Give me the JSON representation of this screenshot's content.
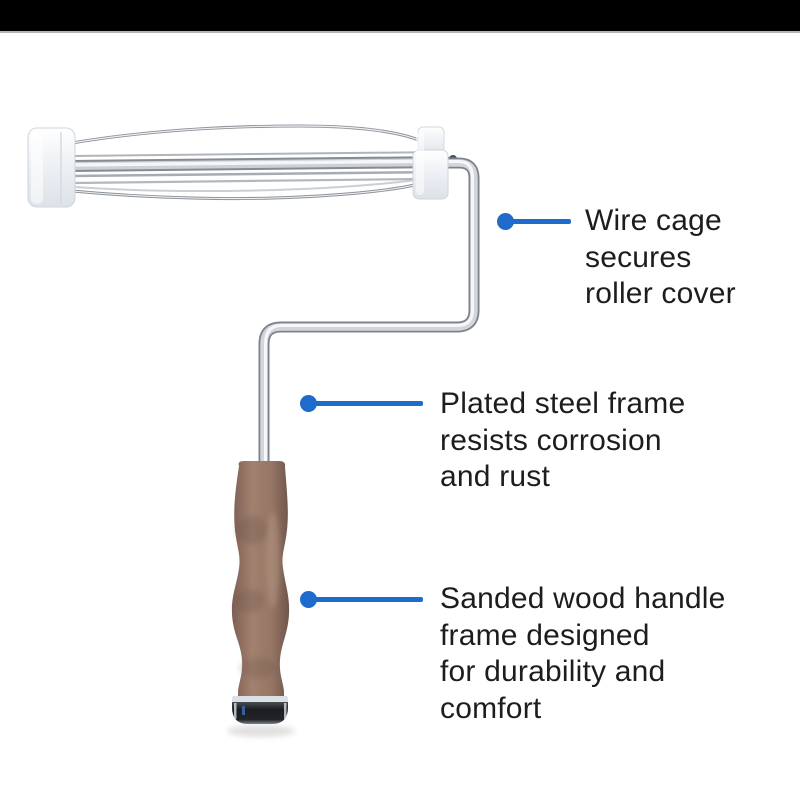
{
  "colors": {
    "accent_blue": "#1e6bcb",
    "text": "#1d1d1f",
    "top_bar": "#000000",
    "background": "#ffffff",
    "wood_handle": "#9b7a69",
    "chrome_light": "#e9ecef",
    "chrome_dark": "#70767d",
    "cap_plastic_white": "#f3f5f8",
    "ferrule_dark": "#1b1d20"
  },
  "callouts": [
    {
      "id": "wire-cage-callout",
      "lines": [
        "Wire cage",
        "secures",
        "roller cover"
      ]
    },
    {
      "id": "steel-frame-callout",
      "lines": [
        "Plated steel frame",
        "resists corrosion",
        "and rust"
      ]
    },
    {
      "id": "wood-handle-callout",
      "lines": [
        "Sanded wood handle",
        "frame designed",
        "for durability and",
        "comfort"
      ]
    }
  ]
}
